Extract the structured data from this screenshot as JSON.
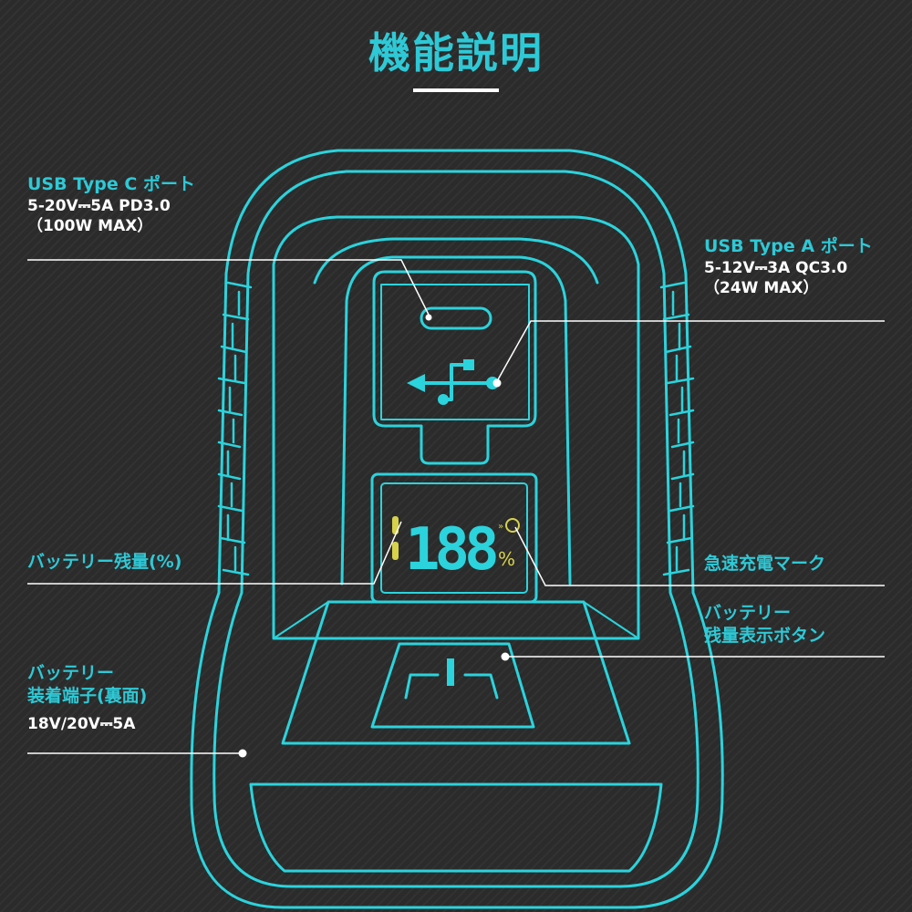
{
  "title": "機能説明",
  "colors": {
    "accent": "#2ec9d6",
    "outline": "#2bd3dc",
    "text": "#ffffff",
    "background": "#2b2b2b",
    "display_yellow": "#d6d24a"
  },
  "labels": {
    "usb_c": {
      "title": "USB Type C ポート",
      "spec1": "5-20V⎓5A PD3.0",
      "spec2": "（100W MAX）"
    },
    "usb_a": {
      "title": "USB Type A ポート",
      "spec1": "5-12V⎓3A QC3.0",
      "spec2": "（24W MAX）"
    },
    "battery_level": {
      "title": "バッテリー残量(%)"
    },
    "quick_charge": {
      "title": "急速充電マーク"
    },
    "battery_button": {
      "line1": "バッテリー",
      "line2": "残量表示ボタン"
    },
    "battery_terminal": {
      "line1": "バッテリー",
      "line2": "装着端子(裏面)",
      "spec": "18V/20V⎓5A"
    }
  },
  "display": {
    "digits": "188",
    "unit": "%"
  }
}
